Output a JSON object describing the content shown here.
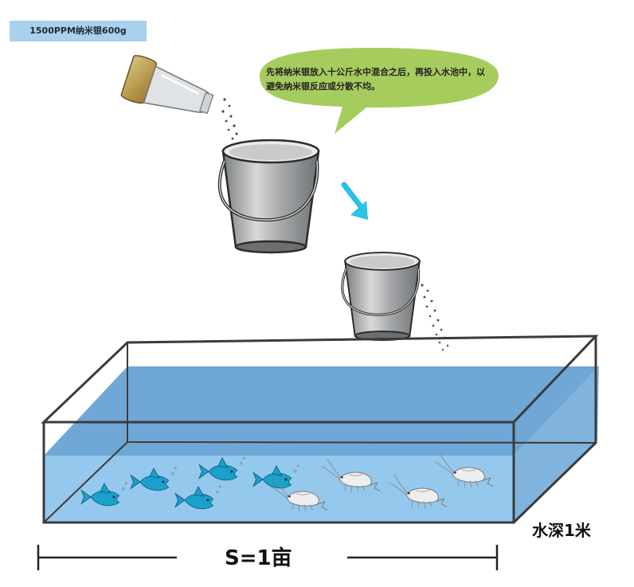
{
  "product_label": "1500PPM纳米银600g",
  "instruction_text": "先将纳米银放入十公斤水中混合之后，再投入水池中，以避免纳米银反应或分散不均。",
  "depth_label": "水深1米",
  "area_label": "S=1亩",
  "colors": {
    "label_bg": "#a9d0ec",
    "bubble": "#a7cc5e",
    "arrow": "#27c3e6",
    "water_top": "#6fa7d6",
    "water_front": "#94c8ec",
    "fish": "#1b9fcc"
  },
  "icons": [
    "bottle-icon",
    "bucket-icon",
    "arrow-icon",
    "fish-icon",
    "shrimp-icon"
  ]
}
